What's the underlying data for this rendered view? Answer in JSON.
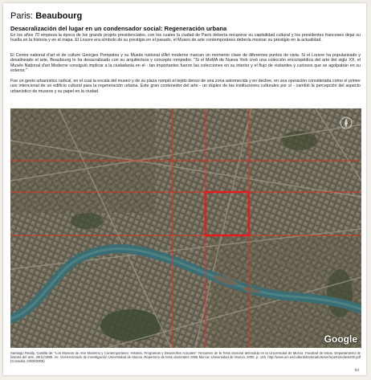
{
  "page": {
    "title_city": "Paris:",
    "title_name": "Beaubourg",
    "subtitle": "Desacralización del lugar en un condensador social: Regeneración urbana",
    "paragraphs": [
      "En los años 70 empieza la época de los grands projets presidenciales, con los cuales la ciudad de París debería recuperar su capitalidad cultural y los presidentes franceses dejar su huella en la historia y en el mapa. El Louvre era símbolo de su prestigio en el pasado, el Museo de arte contemporáneo debería mostrar su prestigio en la actualidad.",
      "El Centre national d'art et de culture Georges Pompidou y su Musée national d'Art moderne marcan un momento clave de diferentes puntos de vista. Si el Louvre ha popularizado y desalineado el arte, Beaubourg lo ha desacralizado con su arquitectura y concepto rompedor. \"Si el MoMA de Nueva York creó una colección enciclopédica del arte del siglo XX, el Musée National d'art Moderne consiguió implicar a la ciudadanía en el - tan importantes fueron las colecciones en su interior y el flujo de visitantes y curiosos que se agolpaban en su exterior.\"",
      "Fue un gesto urbanístico radical, en el cual la escala del museo y de su plaza rompió el tejido denso de una zona adormecida y en declive, en una operación considerada como el primer uso intencional de un edificio cultural para la regeneración urbana. Este gran contenedor del arte - un dúplex de las instituciones culturales por sí - cambió la percepción del aspecto urbanístico de museos y su papel en la ciudad."
    ],
    "map_logo": "Google",
    "footnote": "Santiago Reddy, Castilla de: \"Los Museos de Arte Moderno y Contemporáneo: Historia, Programas y Desarrollos Actuales\". Resumen de la Tesis doctoral defendida en la Universidad de Murcia. Facultad de letras, Departamento de historia del arte, 29/11/1995. en: Vicerrectorado de investigación Universidad de Murcia. Repertorio de tesis doctorales 1995 Murcia: Universidad de Murcia, 2000, p. 149. http://www.um.es/cultura/doctorado/tesis/repertorio/tesis00.pdf (Consulta: 23/08/2008)",
    "page_number": "93"
  },
  "colors": {
    "grid_line": "#e03020",
    "highlight_box": "#e81c1c",
    "river": "#3b6e74"
  }
}
